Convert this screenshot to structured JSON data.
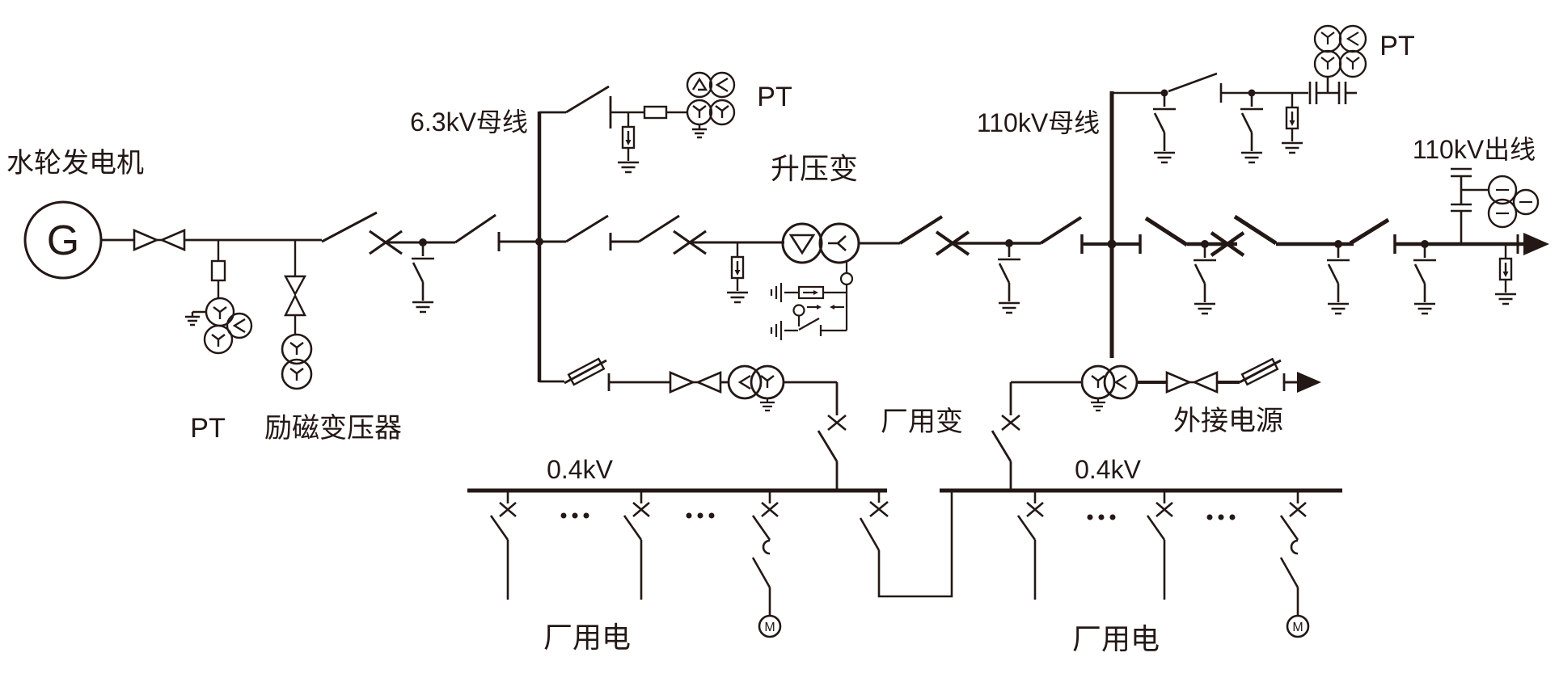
{
  "diagram": {
    "title_note": "hydropower-plant-single-line-diagram",
    "colors": {
      "line": "#231815",
      "background": "#ffffff"
    },
    "labels": {
      "generator_name": "水轮发电机",
      "generator_symbol": "G",
      "generator_pt": "PT",
      "excitation_transformer": "励磁变压器",
      "bus_6_3kv": "6.3kV母线",
      "bus_6_3kv_pt": "PT",
      "step_up_transformer": "升压变",
      "bus_110kv": "110kV母线",
      "bus_110kv_pt": "PT",
      "outgoing_110kv": "110kV出线",
      "station_service_transformer": "厂用变",
      "external_power_source": "外接电源",
      "lv_bus_left": "0.4kV",
      "lv_bus_right": "0.4kV",
      "station_service_load_left": "厂用电",
      "station_service_load_right": "厂用电",
      "motor_left": "M",
      "motor_right": "M"
    }
  }
}
